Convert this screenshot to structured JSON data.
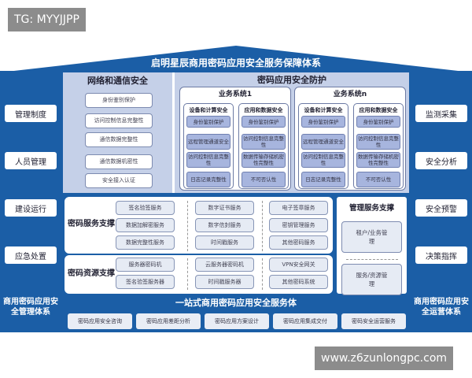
{
  "title": "启明星辰商用密码应用安全服务保障体系",
  "left": {
    "items": [
      "管理制度",
      "人员管理",
      "建设运行",
      "应急处置"
    ],
    "footer": "商用密码应用安全管理体系"
  },
  "right": {
    "items": [
      "监测采集",
      "安全分析",
      "安全预警",
      "决策指挥"
    ],
    "footer": "商用密码应用安全运营体系"
  },
  "network": {
    "title": "网络和通信安全",
    "items": [
      "身份鉴别保护",
      "访问控制信息完整性",
      "通信数据完整性",
      "通信数据机密性",
      "安全接入认证"
    ]
  },
  "protection": {
    "title": "密码应用安全防护",
    "systems": [
      {
        "title": "业务系统1",
        "device": {
          "title": "设备和计算安全",
          "items": [
            "身份鉴别保护",
            "远程管理通道安全",
            "访问控制信息完整性",
            "日志记录完整性"
          ]
        },
        "app": {
          "title": "应用和数据安全",
          "items": [
            "身份鉴别保护",
            "访问控制信息完整性",
            "数据传输存储机密性完整性",
            "不可否认性"
          ]
        }
      },
      {
        "title": "业务系统n",
        "device": {
          "title": "设备和计算安全",
          "items": [
            "身份鉴别保护",
            "远程管理通道安全",
            "访问控制信息完整性",
            "日志记录完整性"
          ]
        },
        "app": {
          "title": "应用和数据安全",
          "items": [
            "身份鉴别保护",
            "访问控制信息完整性",
            "数据传输存储机密性完整性",
            "不可否认性"
          ]
        }
      }
    ]
  },
  "crypto_service": {
    "title": "密码服务支撑",
    "items": [
      "签名验签服务",
      "数字证书服务",
      "电子签章服务",
      "数据加解密服务",
      "数字信封服务",
      "密钥管理服务",
      "数据完整性服务",
      "时间戳服务",
      "其他密码服务"
    ]
  },
  "crypto_resource": {
    "title": "密码资源支撑",
    "items": [
      "服务器密码机",
      "云服务器密码机",
      "VPN安全网关",
      "签名验签服务器",
      "时间戳服务器",
      "其他密码系统"
    ]
  },
  "mgmt": {
    "title": "管理服务支撑",
    "items": [
      "租户/业务管理",
      "服务/资源管理"
    ]
  },
  "band": "一站式商用密码应用安全服务体",
  "bottom": [
    "密码应用安全咨询",
    "密码应用差距分析",
    "密码应用方案设计",
    "密码应用集成交付",
    "密码安全运营服务"
  ],
  "watermarks": {
    "top": "TG: MYYJJPP",
    "bottom": "www.z6zunlongpc.com"
  },
  "colors": {
    "primary": "#1b5ea6",
    "panel": "#c5d0e8",
    "item": "#a7b5de"
  }
}
